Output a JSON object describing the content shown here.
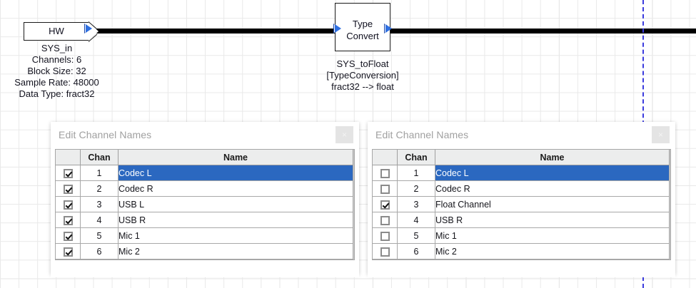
{
  "canvas": {
    "marker_line_color": "#3b3bde",
    "wire_color": "#000000",
    "grid_minor_color": "#e9e9e9",
    "grid_major_color": "#d8d8d8"
  },
  "blocks": [
    {
      "id": "hw-source",
      "label": "HW",
      "caption": "SYS_in\nChannels: 6\nBlock Size: 32\nSample Rate: 48000\nData Type: fract32"
    },
    {
      "id": "type-convert",
      "label_line1": "Type",
      "label_line2": "Convert",
      "caption": "SYS_toFloat\n[TypeConversion]\nfract32 --> float"
    }
  ],
  "dialogs": [
    {
      "id": "left",
      "title": "Edit Channel Names",
      "close_label": "×",
      "columns": [
        "",
        "Chan",
        "Name"
      ],
      "selected_row": 1,
      "rows": [
        {
          "checked": true,
          "chan": "1",
          "name": "Codec L"
        },
        {
          "checked": true,
          "chan": "2",
          "name": "Codec R"
        },
        {
          "checked": true,
          "chan": "3",
          "name": "USB L"
        },
        {
          "checked": true,
          "chan": "4",
          "name": "USB R"
        },
        {
          "checked": true,
          "chan": "5",
          "name": "Mic 1"
        },
        {
          "checked": true,
          "chan": "6",
          "name": "Mic 2"
        }
      ]
    },
    {
      "id": "right",
      "title": "Edit Channel Names",
      "close_label": "×",
      "columns": [
        "",
        "Chan",
        "Name"
      ],
      "selected_row": 1,
      "rows": [
        {
          "checked": false,
          "chan": "1",
          "name": "Codec L"
        },
        {
          "checked": false,
          "chan": "2",
          "name": "Codec R"
        },
        {
          "checked": true,
          "chan": "3",
          "name": "Float Channel"
        },
        {
          "checked": false,
          "chan": "4",
          "name": "USB R"
        },
        {
          "checked": false,
          "chan": "5",
          "name": "Mic 1"
        },
        {
          "checked": false,
          "chan": "6",
          "name": "Mic 2"
        }
      ]
    }
  ],
  "colors": {
    "selection_blue": "#2b68c0",
    "port_blue": "#2f6fe0",
    "marker_blue": "#3b3bde"
  }
}
